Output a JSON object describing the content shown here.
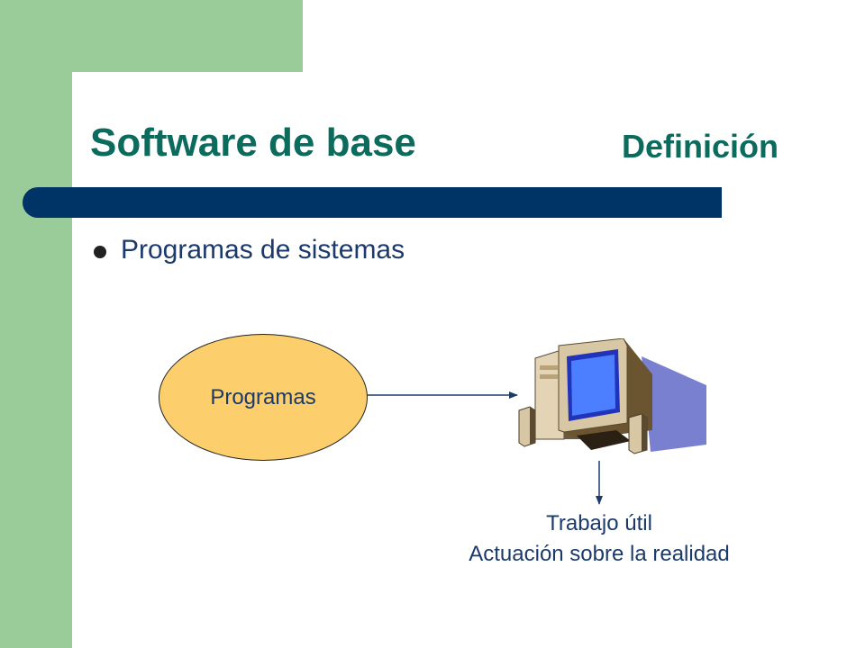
{
  "slide": {
    "title": "Software de base",
    "subtitle": "Definición",
    "bullet": "Programas de sistemas",
    "ellipse_label": "Programas",
    "result_line1": "Trabajo útil",
    "result_line2": "Actuación sobre la realidad"
  },
  "colors": {
    "sidebar": "#99cc99",
    "title": "#0b6b5c",
    "rule": "#003366",
    "ellipse_fill": "#fcce6c",
    "text": "#1b3a6b"
  },
  "icons": [
    "computer-icon"
  ]
}
